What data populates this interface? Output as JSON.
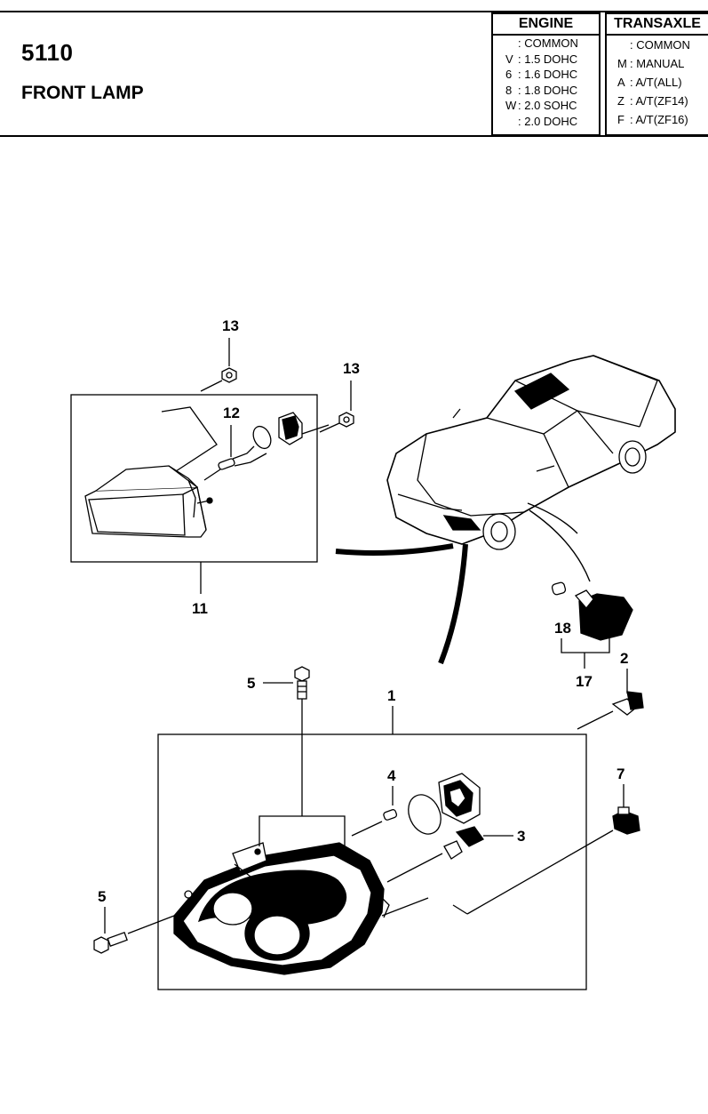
{
  "header": {
    "part_number": "5110",
    "title": "FRONT LAMP",
    "engine": {
      "heading": "ENGINE",
      "rows": [
        {
          "code": "",
          "label": "COMMON"
        },
        {
          "code": "V",
          "label": "1.5 DOHC"
        },
        {
          "code": "6",
          "label": "1.6 DOHC"
        },
        {
          "code": "8",
          "label": "1.8 DOHC"
        },
        {
          "code": "W",
          "label": "2.0 SOHC"
        },
        {
          "code": "",
          "label": "2.0 DOHC"
        }
      ]
    },
    "transaxle": {
      "heading": "TRANSAXLE",
      "rows": [
        {
          "code": "",
          "label": "COMMON"
        },
        {
          "code": "M",
          "label": "MANUAL"
        },
        {
          "code": "A",
          "label": "A/T(ALL)"
        },
        {
          "code": "Z",
          "label": "A/T(ZF14)"
        },
        {
          "code": "F",
          "label": "A/T(ZF16)"
        }
      ]
    }
  },
  "callouts": {
    "c1": "1",
    "c2": "2",
    "c3": "3",
    "c4": "4",
    "c5a": "5",
    "c5b": "5",
    "c7": "7",
    "c11": "11",
    "c12": "12",
    "c13a": "13",
    "c13b": "13",
    "c17": "17",
    "c18": "18"
  }
}
